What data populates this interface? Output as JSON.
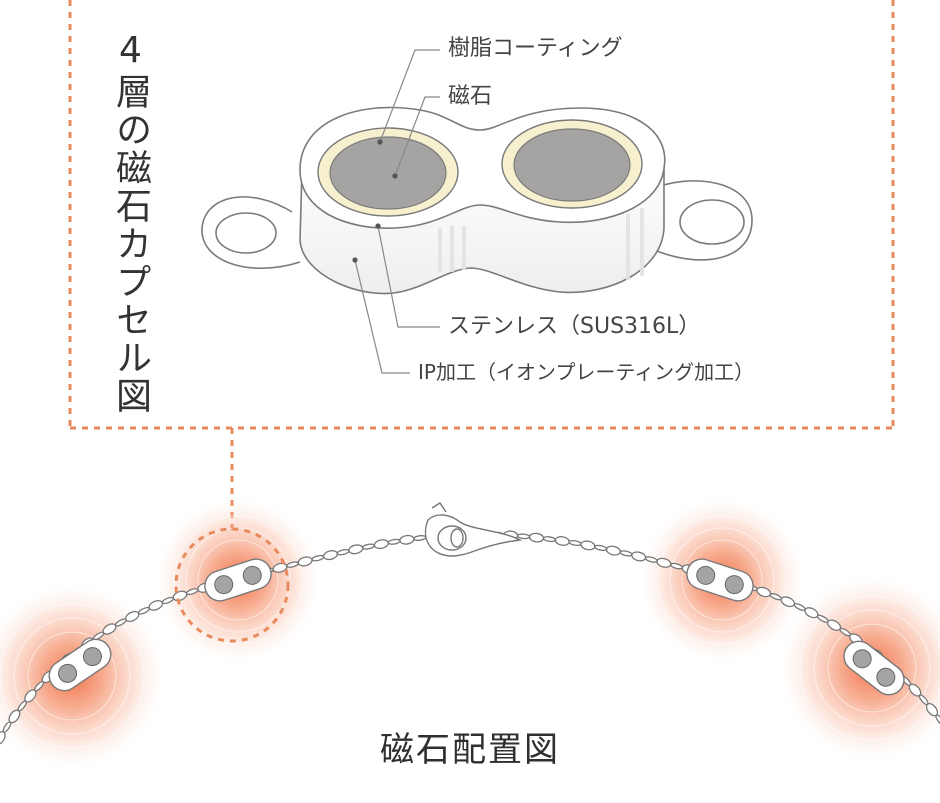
{
  "capsule_section": {
    "title": "4層の磁石カプセル図",
    "labels": {
      "resin_coating": "樹脂コーティング",
      "magnet": "磁石",
      "stainless": "ステンレス（SUS316L）",
      "ip_coating": "IP加工（イオンプレーティング加工）"
    }
  },
  "placement_section": {
    "caption": "磁石配置図"
  },
  "colors": {
    "accent_dashed": "#e98a5c",
    "glow": "#f39673",
    "magnet_gray": "#a6a3a3",
    "resin_cream": "#f6f0cf",
    "line_gray": "#888888"
  }
}
